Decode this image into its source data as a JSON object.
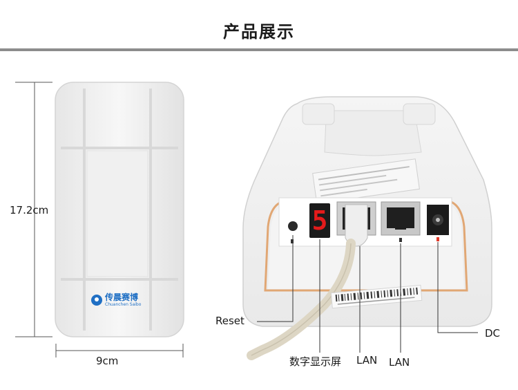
{
  "header": {
    "title": "产品展示"
  },
  "dimensions": {
    "height": "17.2cm",
    "width": "9cm"
  },
  "device_front": {
    "logo_cn": "传晨赛博",
    "logo_en": "Chuanchen Saibo"
  },
  "device_ports": {
    "digit_display_value": "5",
    "labels": {
      "reset": "Reset",
      "digital_display": "数字显示屏",
      "lan1": "LAN",
      "lan2": "LAN",
      "dc": "DC"
    }
  },
  "colors": {
    "title_rule": "#8c8c8c",
    "device_body": "#f3f3f3",
    "display_red": "#e41b1b",
    "logo_blue": "#1f6fc4"
  }
}
